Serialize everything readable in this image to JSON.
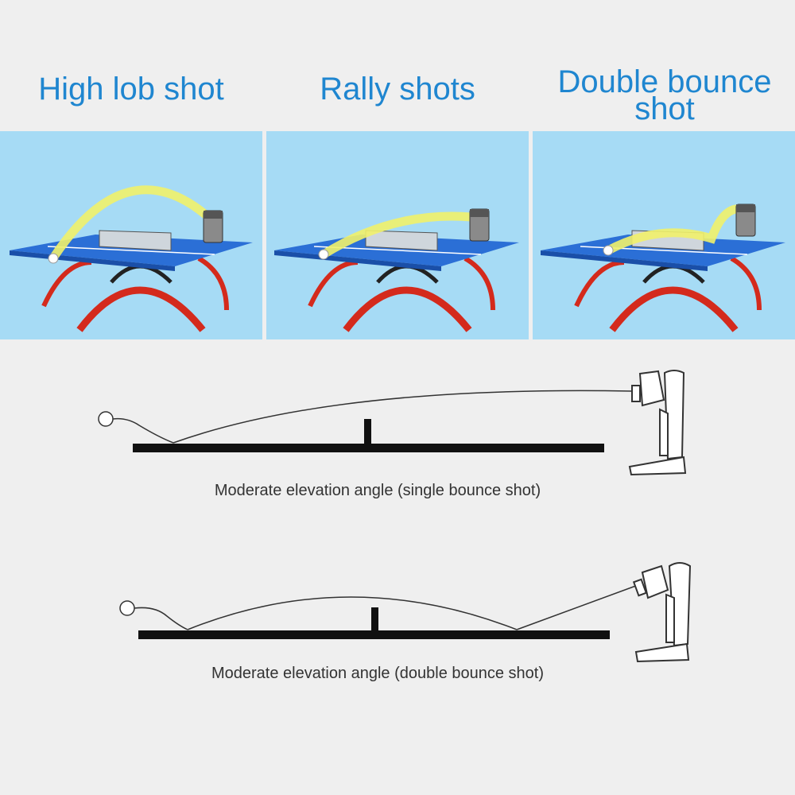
{
  "panels": [
    {
      "title": "High lob shot"
    },
    {
      "title": "Rally shots"
    },
    {
      "title": "Double bounce shot"
    }
  ],
  "diagrams": [
    {
      "caption": "Moderate elevation angle (single bounce shot)"
    },
    {
      "caption": "Moderate elevation angle (double bounce shot)"
    }
  ],
  "colors": {
    "title": "#1f86d0",
    "sky": "#a6dbf5",
    "table": "#2b6fd6",
    "legs": "#d42a1c",
    "trajectory": "#f1f16a"
  }
}
